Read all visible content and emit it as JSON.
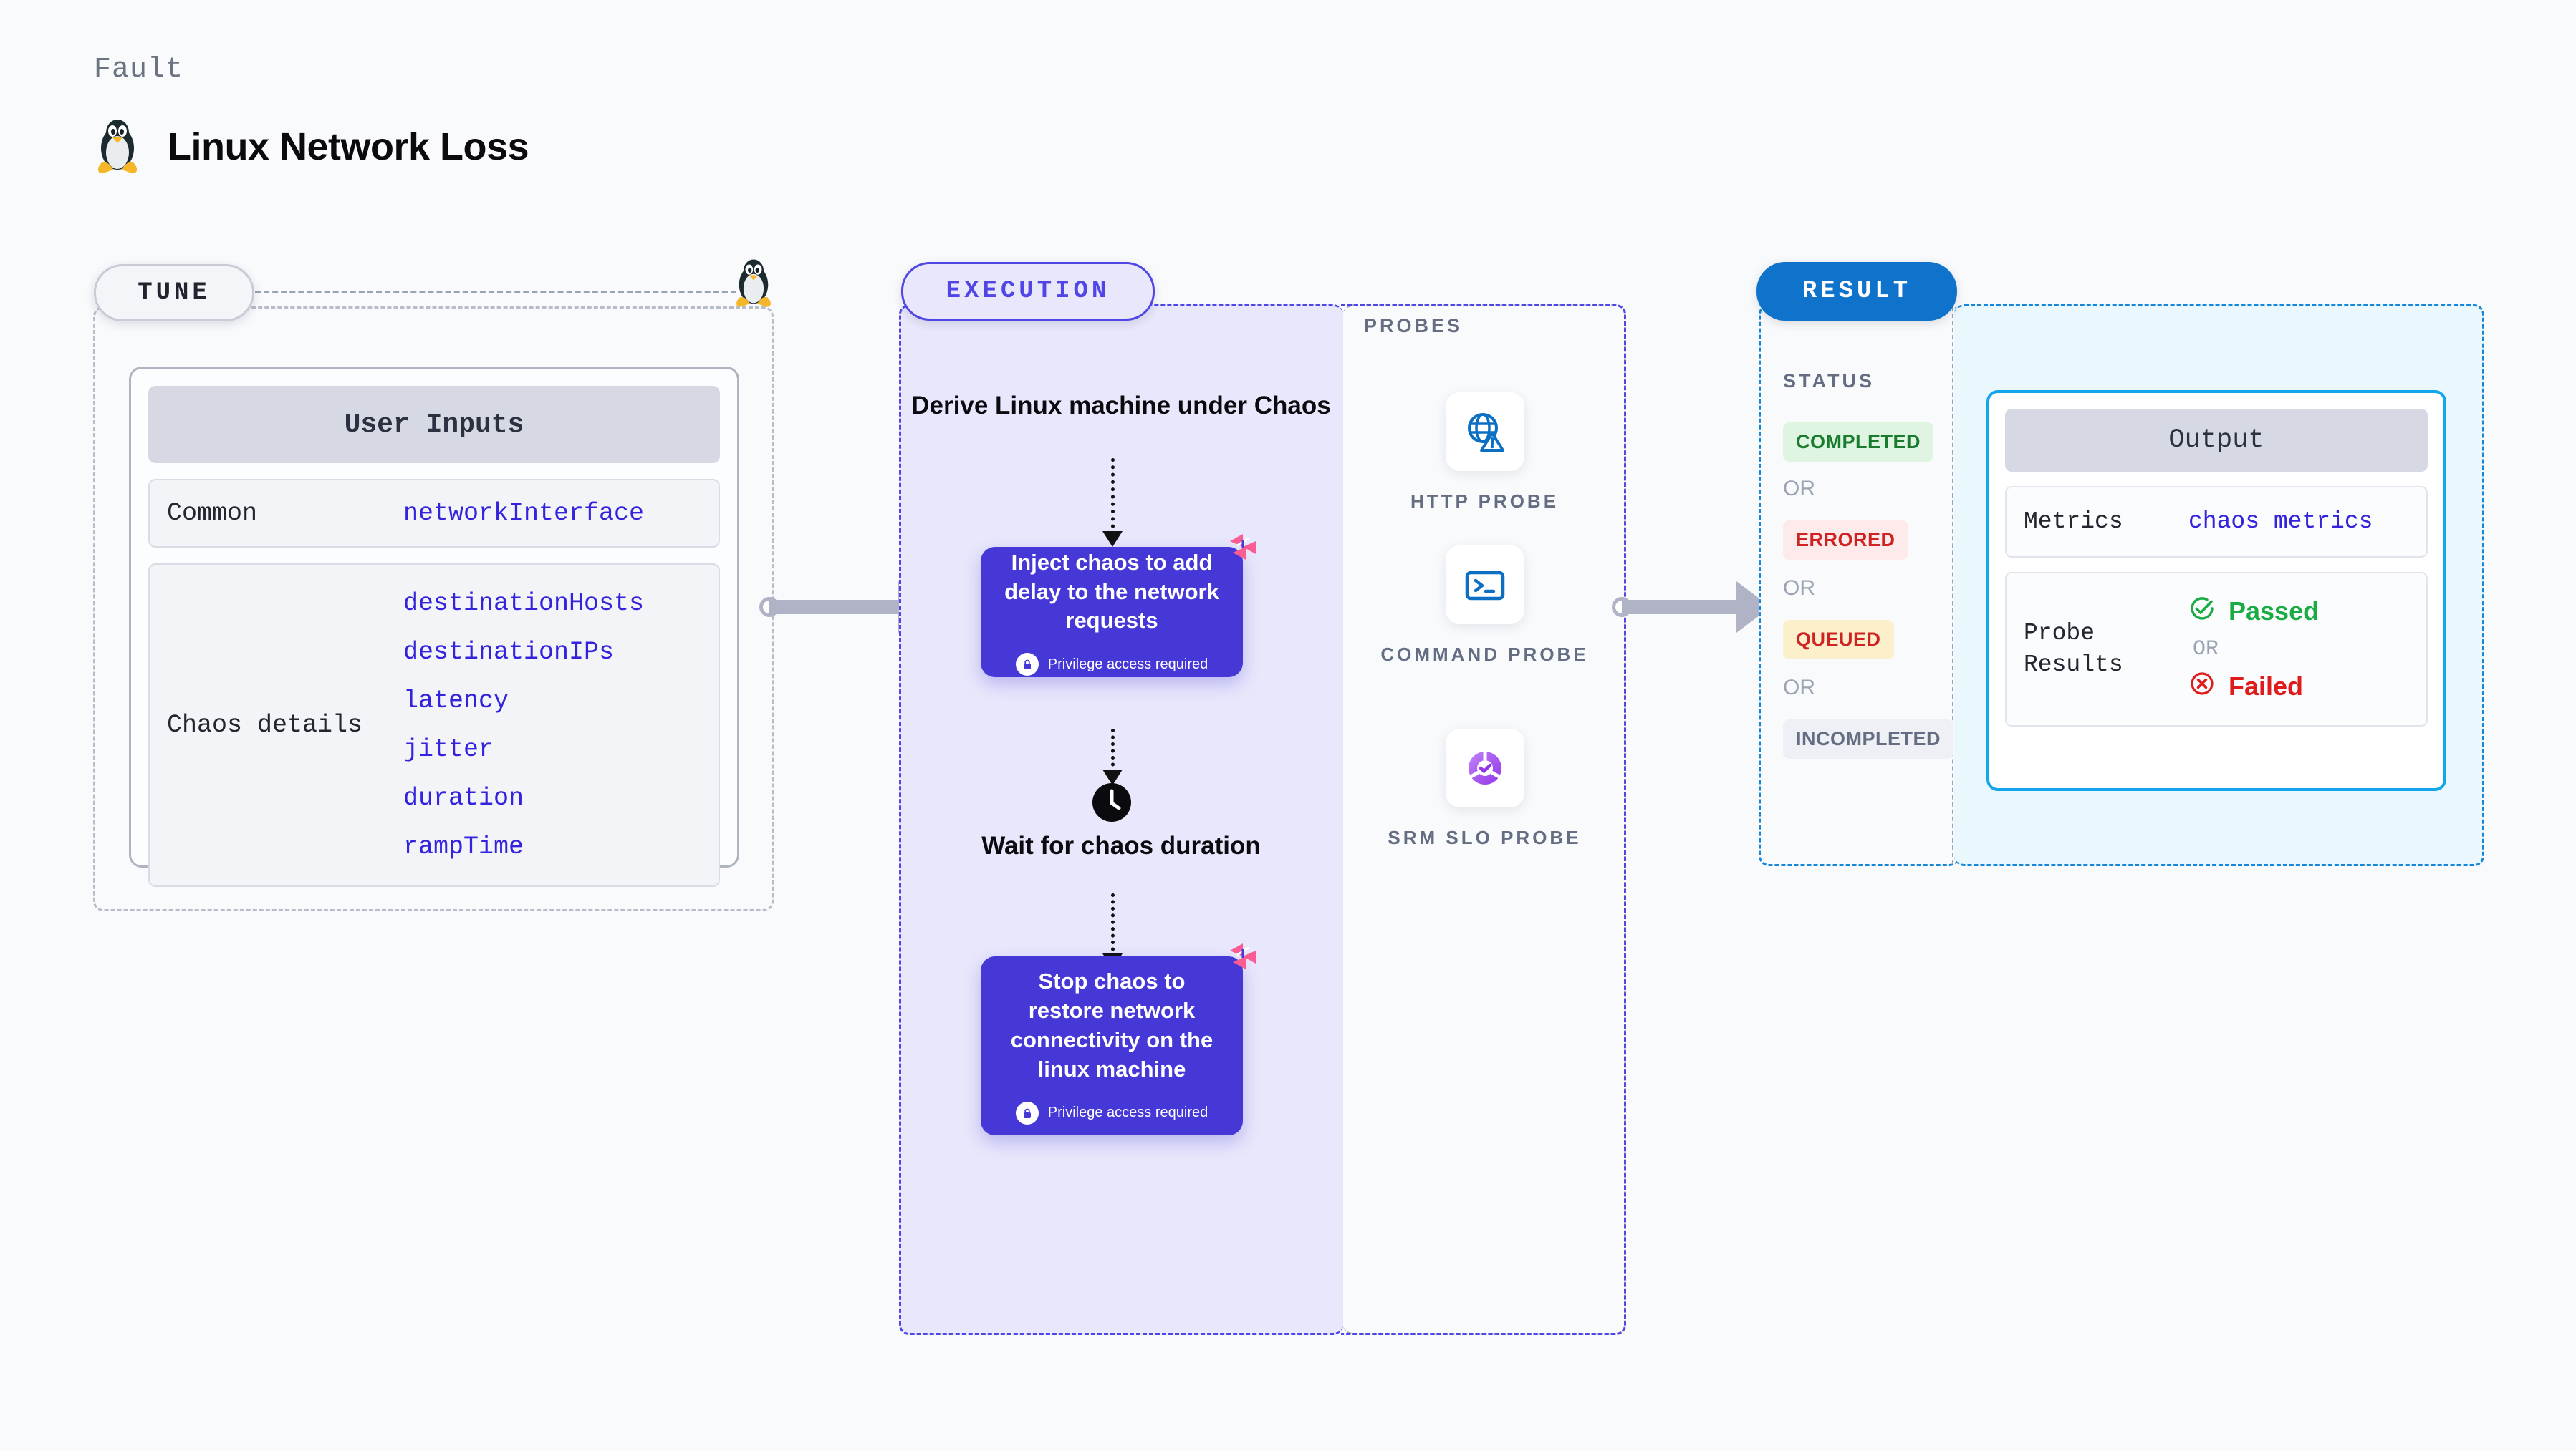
{
  "header": {
    "kicker": "Fault",
    "title": "Linux Network Loss",
    "icon": "linux-penguin-icon"
  },
  "stages": {
    "tune": {
      "pill_label": "TUNE"
    },
    "execution": {
      "pill_label": "EXECUTION"
    },
    "probes": {
      "label": "PROBES"
    },
    "result": {
      "pill_label": "RESULT"
    }
  },
  "tune": {
    "card_title": "User Inputs",
    "rows": [
      {
        "key": "Common",
        "values": [
          "networkInterface"
        ]
      },
      {
        "key": "Chaos details",
        "values": [
          "destinationHosts",
          "destinationIPs",
          "latency",
          "jitter",
          "duration",
          "rampTime"
        ]
      }
    ]
  },
  "execution": {
    "steps": [
      {
        "type": "title",
        "text": "Derive Linux machine under Chaos"
      },
      {
        "type": "chaos-box",
        "text": "Inject chaos to add delay to the network requests",
        "privilege": "Privilege access required"
      },
      {
        "type": "title",
        "text": "Wait for chaos duration",
        "icon": "clock-icon"
      },
      {
        "type": "chaos-box",
        "text": "Stop chaos to restore network connectivity on the linux machine",
        "privilege": "Privilege access required"
      }
    ]
  },
  "probes": {
    "items": [
      {
        "icon": "globe-warning-icon",
        "label": "HTTP PROBE"
      },
      {
        "icon": "terminal-prompt-icon",
        "label": "COMMAND PROBE"
      },
      {
        "icon": "slo-donut-check-icon",
        "label": "SRM SLO PROBE"
      }
    ]
  },
  "result": {
    "status_label": "STATUS",
    "or_label": "OR",
    "statuses": [
      {
        "label": "COMPLETED",
        "bg": "#dff5e1",
        "fg": "#197b2d"
      },
      {
        "label": "ERRORED",
        "bg": "#fdeaea",
        "fg": "#cf2222"
      },
      {
        "label": "QUEUED",
        "bg": "#fcefcc",
        "fg": "#cf2222"
      },
      {
        "label": "INCOMPLETED",
        "bg": "#eef0f5",
        "fg": "#646d82"
      }
    ]
  },
  "output": {
    "card_title": "Output",
    "metrics_key": "Metrics",
    "metrics_value": "chaos metrics",
    "probe_results_key": "Probe Results",
    "passed_label": "Passed",
    "or_label": "OR",
    "failed_label": "Failed"
  },
  "colors": {
    "accent_indigo": "#4638d6",
    "accent_blue": "#1073cb",
    "accent_cyan": "#12a6ea",
    "pass_green": "#1aab45",
    "fail_red": "#e01b1b",
    "harness_pink": "#fb5c94",
    "code_blue": "#3423dd"
  }
}
